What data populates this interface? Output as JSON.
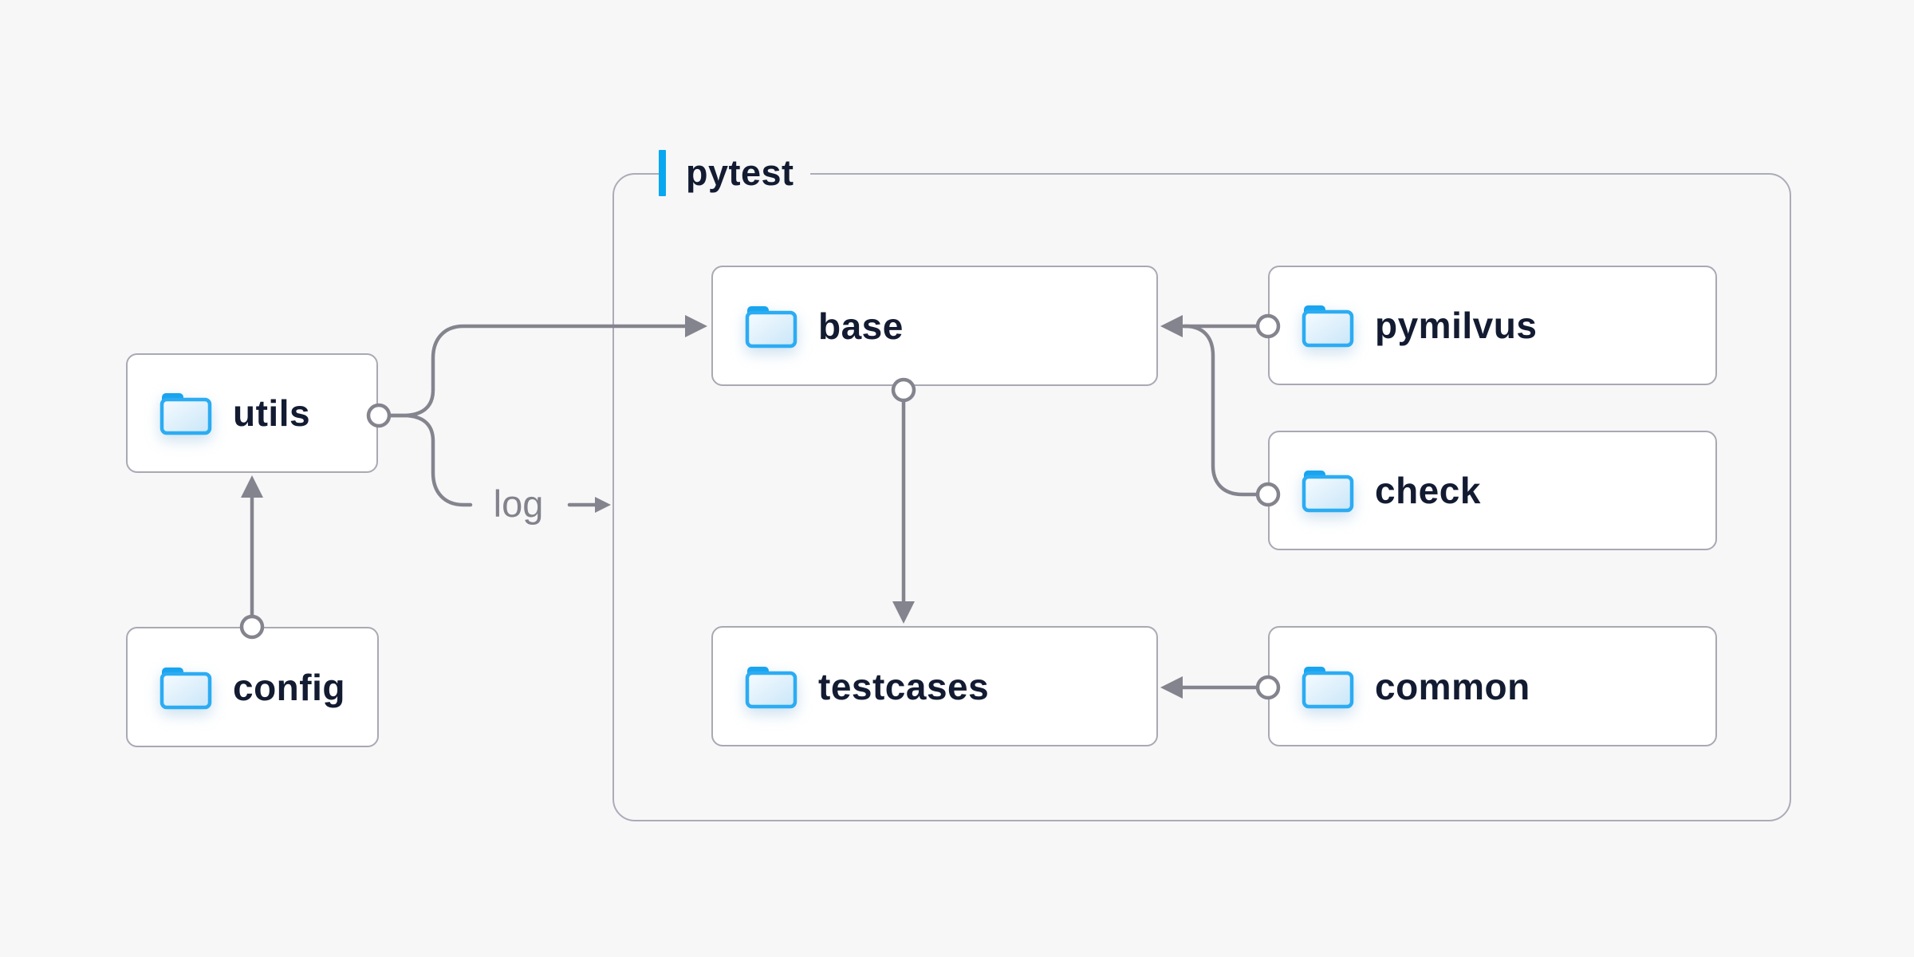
{
  "diagram": {
    "group": {
      "label": "pytest"
    },
    "edge_label": "log",
    "nodes": {
      "utils": {
        "label": "utils",
        "icon": "folder-icon"
      },
      "config": {
        "label": "config",
        "icon": "folder-icon"
      },
      "base": {
        "label": "base",
        "icon": "folder-icon"
      },
      "testcases": {
        "label": "testcases",
        "icon": "folder-icon"
      },
      "pymilvus": {
        "label": "pymilvus",
        "icon": "folder-icon"
      },
      "check": {
        "label": "check",
        "icon": "folder-icon"
      },
      "common": {
        "label": "common",
        "icon": "folder-icon"
      }
    },
    "edges": [
      {
        "from": "config",
        "to": "utils",
        "style": "arrow"
      },
      {
        "from": "utils",
        "to": "base",
        "style": "arrow"
      },
      {
        "from": "utils",
        "to": "pytest",
        "style": "arrow",
        "label": "log"
      },
      {
        "from": "pymilvus",
        "to": "base",
        "style": "arrow"
      },
      {
        "from": "check",
        "to": "base",
        "style": "arrow"
      },
      {
        "from": "base",
        "to": "testcases",
        "style": "arrow"
      },
      {
        "from": "common",
        "to": "testcases",
        "style": "arrow"
      }
    ],
    "colors": {
      "background": "#f7f7f8",
      "node_fill": "#ffffff",
      "node_border": "#a9a9b4",
      "group_border": "#acacb8",
      "connector": "#84848e",
      "label_text": "#121b31",
      "edge_label_text": "#82828c",
      "accent_blue": "#0aa7f1",
      "folder_stroke": "#2bacf3",
      "folder_fill_light": "#f6fbff",
      "folder_fill_dark": "#c9e6f8"
    }
  }
}
